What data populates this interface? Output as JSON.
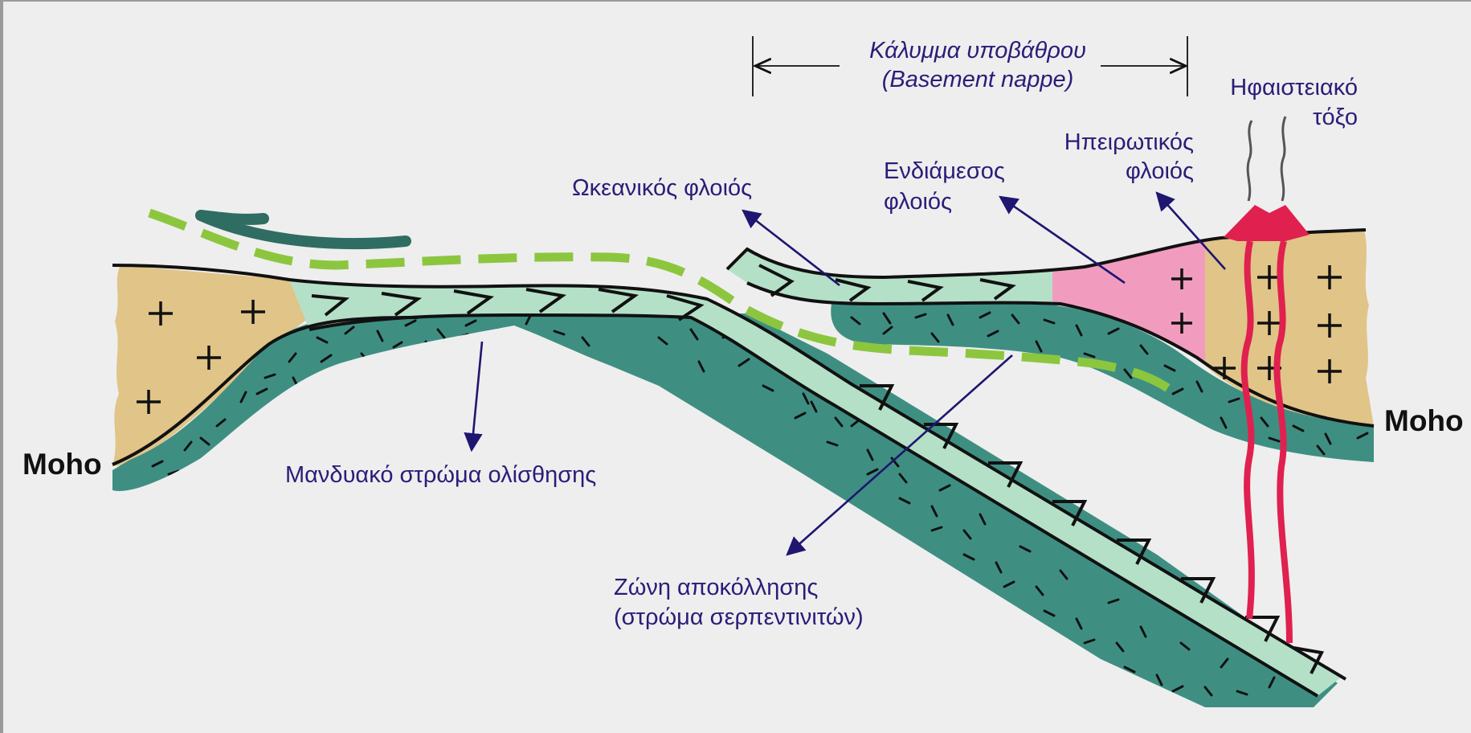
{
  "diagram": {
    "labels": {
      "basement_nappe_gr": "Κάλυμμα υποβάθρου",
      "basement_nappe_en": "(Basement nappe)",
      "volcanic_arc_1": "Ηφαιστειακό",
      "volcanic_arc_2": "τόξο",
      "continental_crust_1": "Ηπειρωτικός",
      "continental_crust_2": "φλοιός",
      "intermediate_crust_1": "Ενδιάμεσος",
      "intermediate_crust_2": "φλοιός",
      "oceanic_crust": "Ωκεανικός φλοιός",
      "mantle_slip_layer": "Μανδυακό στρώμα ολίσθησης",
      "detachment_zone_1": "Ζώνη αποκόλλησης",
      "detachment_zone_2": "(στρώμα σερπεντινιτών)",
      "moho_left": "Moho",
      "moho_right": "Moho"
    },
    "colors": {
      "background": "#eeeeee",
      "frame": "#9a9a9a",
      "continental_crust": "#e0c488",
      "oceanic_crust": "#b5e0c8",
      "mantle": "#3e8f82",
      "intermediate_crust": "#f19cbf",
      "volcanic": "#e0204f",
      "detachment_dash": "#8cc63f",
      "thrust_arrow": "#2f6d62",
      "label_text": "#2a1d78",
      "pointer_arrow": "#1e1670"
    }
  }
}
